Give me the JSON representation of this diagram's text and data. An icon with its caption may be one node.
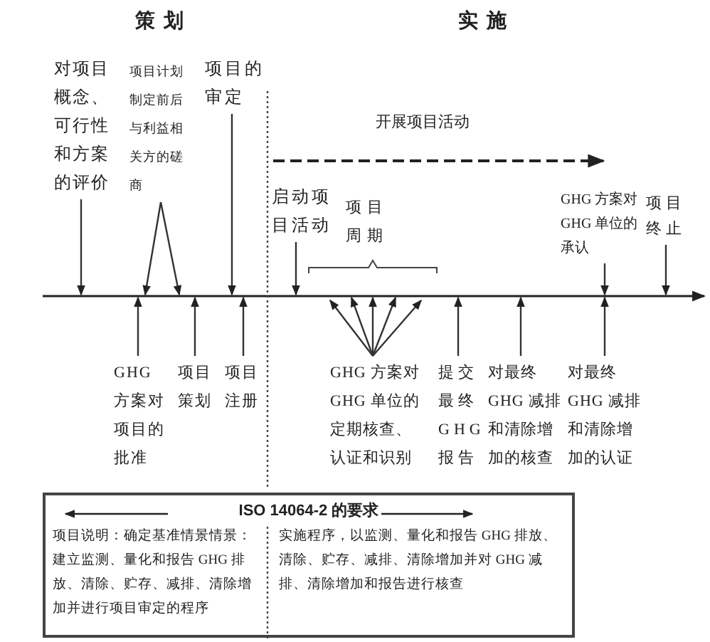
{
  "diagram": {
    "nodes": [
      {
        "text": [
          "对项目概念、可行性和方案的评价"
        ]
      },
      {
        "text": [
          "项目计划制定前后与利益相关方的磋商"
        ]
      },
      {
        "text": [
          "项目的审定"
        ]
      },
      {
        "text": [
          "启动项目活动"
        ]
      },
      {
        "text": [
          "GHG 方案对 GHG 单位的承认"
        ]
      },
      {
        "text": [
          "项目终止"
        ]
      },
      {
        "text": [
          "GHG 方案对项目的批准"
        ]
      },
      {
        "text": [
          "项目策划"
        ]
      },
      {
        "text": [
          "项目注册"
        ]
      },
      {
        "text": [
          "GHG 方案对 GHG 单位的定期核查、认证和识别"
        ]
      },
      {
        "text": [
          "提交最终 GHG 报告"
        ]
      },
      {
        "text": [
          "对最终 GHG 减排和清除增加的核查"
        ]
      },
      {
        "text": [
          "对最终 GHG 减排和清除增加的认证"
        ]
      },
      {
        "text": [
          "ISO 14064-2 的要求",
          "项目说明：确定基准情景情景：建立监测、量化和报告 GHG 排放、清除、贮存、减排、清除增加并进行项目审定的程序",
          "实施程序，以监测、量化和报告 GHG 排放、清除、贮存、减排、清除增加并对 GHG 减排、清除增加和报告进行核查"
        ]
      },
      {
        "text": [],
        "shape": "bar"
      }
    ],
    "edges": [
      {
        "from": 0,
        "to": 14,
        "arrow": "to"
      },
      {
        "from": 1,
        "to": 14,
        "arrow": "to"
      },
      {
        "from": 1,
        "to": 14,
        "arrow": "to"
      },
      {
        "from": 2,
        "to": 14,
        "arrow": "to"
      },
      {
        "from": 3,
        "to": 14,
        "arrow": "to"
      },
      {
        "from": 4,
        "to": 14,
        "arrow": "to"
      },
      {
        "from": 5,
        "to": 14,
        "arrow": "to"
      },
      {
        "from": 6,
        "to": 14,
        "arrow": "to"
      },
      {
        "from": 7,
        "to": 14,
        "arrow": "to"
      },
      {
        "from": 8,
        "to": 14,
        "arrow": "to"
      },
      {
        "from": 9,
        "to": 14,
        "arrow": "to"
      },
      {
        "from": 9,
        "to": 14,
        "arrow": "to"
      },
      {
        "from": 9,
        "to": 14,
        "arrow": "to"
      },
      {
        "from": 9,
        "to": 14,
        "arrow": "to"
      },
      {
        "from": 9,
        "to": 14,
        "arrow": "to"
      },
      {
        "from": 10,
        "to": 14,
        "arrow": "to"
      },
      {
        "from": 11,
        "to": 14,
        "arrow": "to"
      },
      {
        "from": 12,
        "to": 14,
        "arrow": "to"
      }
    ],
    "labels": [
      "策划",
      "实施",
      "开展项目活动",
      "项目周期"
    ]
  }
}
